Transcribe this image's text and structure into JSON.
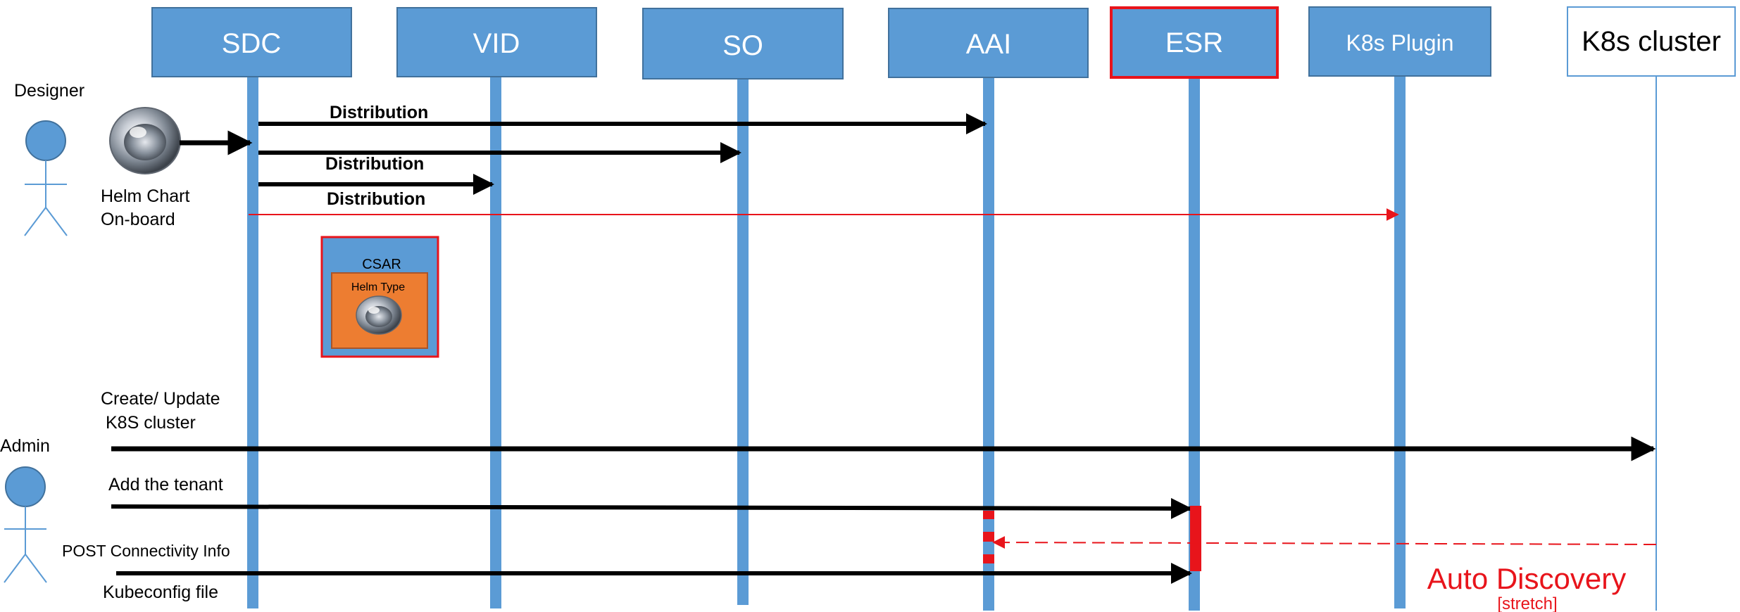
{
  "participants": {
    "sdc": "SDC",
    "vid": "VID",
    "so": "SO",
    "aai": "AAI",
    "esr": "ESR",
    "k8s_plugin": "K8s Plugin",
    "k8s_cluster": "K8s cluster"
  },
  "actors": {
    "designer": "Designer",
    "admin": "Admin"
  },
  "designer_flow": {
    "helm_chart_line1": "Helm Chart",
    "helm_chart_line2": "On-board",
    "msg_aai": "Distribution",
    "msg_vid": "Distribution",
    "msg_k8s_plugin": "Distribution"
  },
  "csar": {
    "title": "CSAR",
    "inner": "Helm Type"
  },
  "admin_flow": {
    "create_update_line1": "Create/ Update",
    "create_update_line2": "K8S cluster",
    "add_tenant": "Add the tenant",
    "post_connectivity": "POST Connectivity Info",
    "kubeconfig": "Kubeconfig file"
  },
  "auto_discovery": {
    "title": "Auto Discovery",
    "subtitle": "[stretch]"
  },
  "colors": {
    "lifeline_blue": "#5b9bd5",
    "header_border": "#41719c",
    "highlight_red": "#e8141b",
    "arrow_black": "#000000",
    "csar_inner": "#ed7d31"
  }
}
